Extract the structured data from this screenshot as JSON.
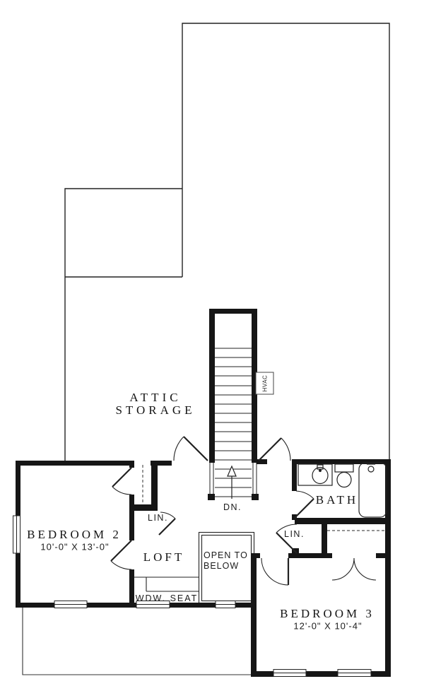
{
  "colors": {
    "wall": "#161616",
    "line": "#222222",
    "dashed": "#666666",
    "background": "#ffffff"
  },
  "rooms": {
    "attic_storage": {
      "label_line1": "ATTIC",
      "label_line2": "STORAGE"
    },
    "bedroom2": {
      "label": "BEDROOM 2",
      "dimensions": "10'-0\" X 13'-0\""
    },
    "loft": {
      "label": "LOFT"
    },
    "bath": {
      "label": "BATH"
    },
    "bedroom3": {
      "label": "BEDROOM 3",
      "dimensions": "12'-0\" X 10'-4\""
    }
  },
  "annotations": {
    "stairs_down": "DN.",
    "open_to_below_line1": "OPEN TO",
    "open_to_below_line2": "BELOW",
    "window_seat": "WDW. SEAT",
    "linen_left": "LIN.",
    "linen_right": "LIN.",
    "hvac": "HVAC"
  }
}
